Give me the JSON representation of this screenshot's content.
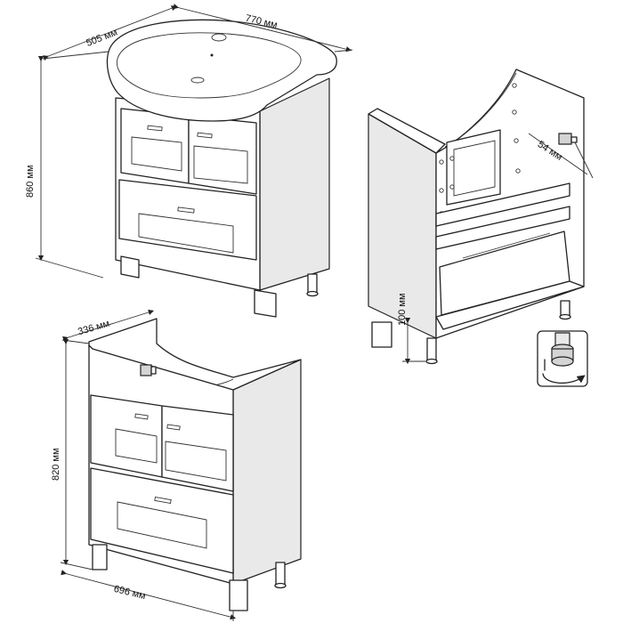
{
  "dimensions": {
    "top_depth": "505 мм",
    "top_width": "770 мм",
    "total_height": "860 мм",
    "pipe_offset": "54 мм",
    "leg_height": "100 мм",
    "cabinet_depth": "336 мм",
    "cabinet_height": "820 мм",
    "cabinet_width": "696 мм"
  }
}
